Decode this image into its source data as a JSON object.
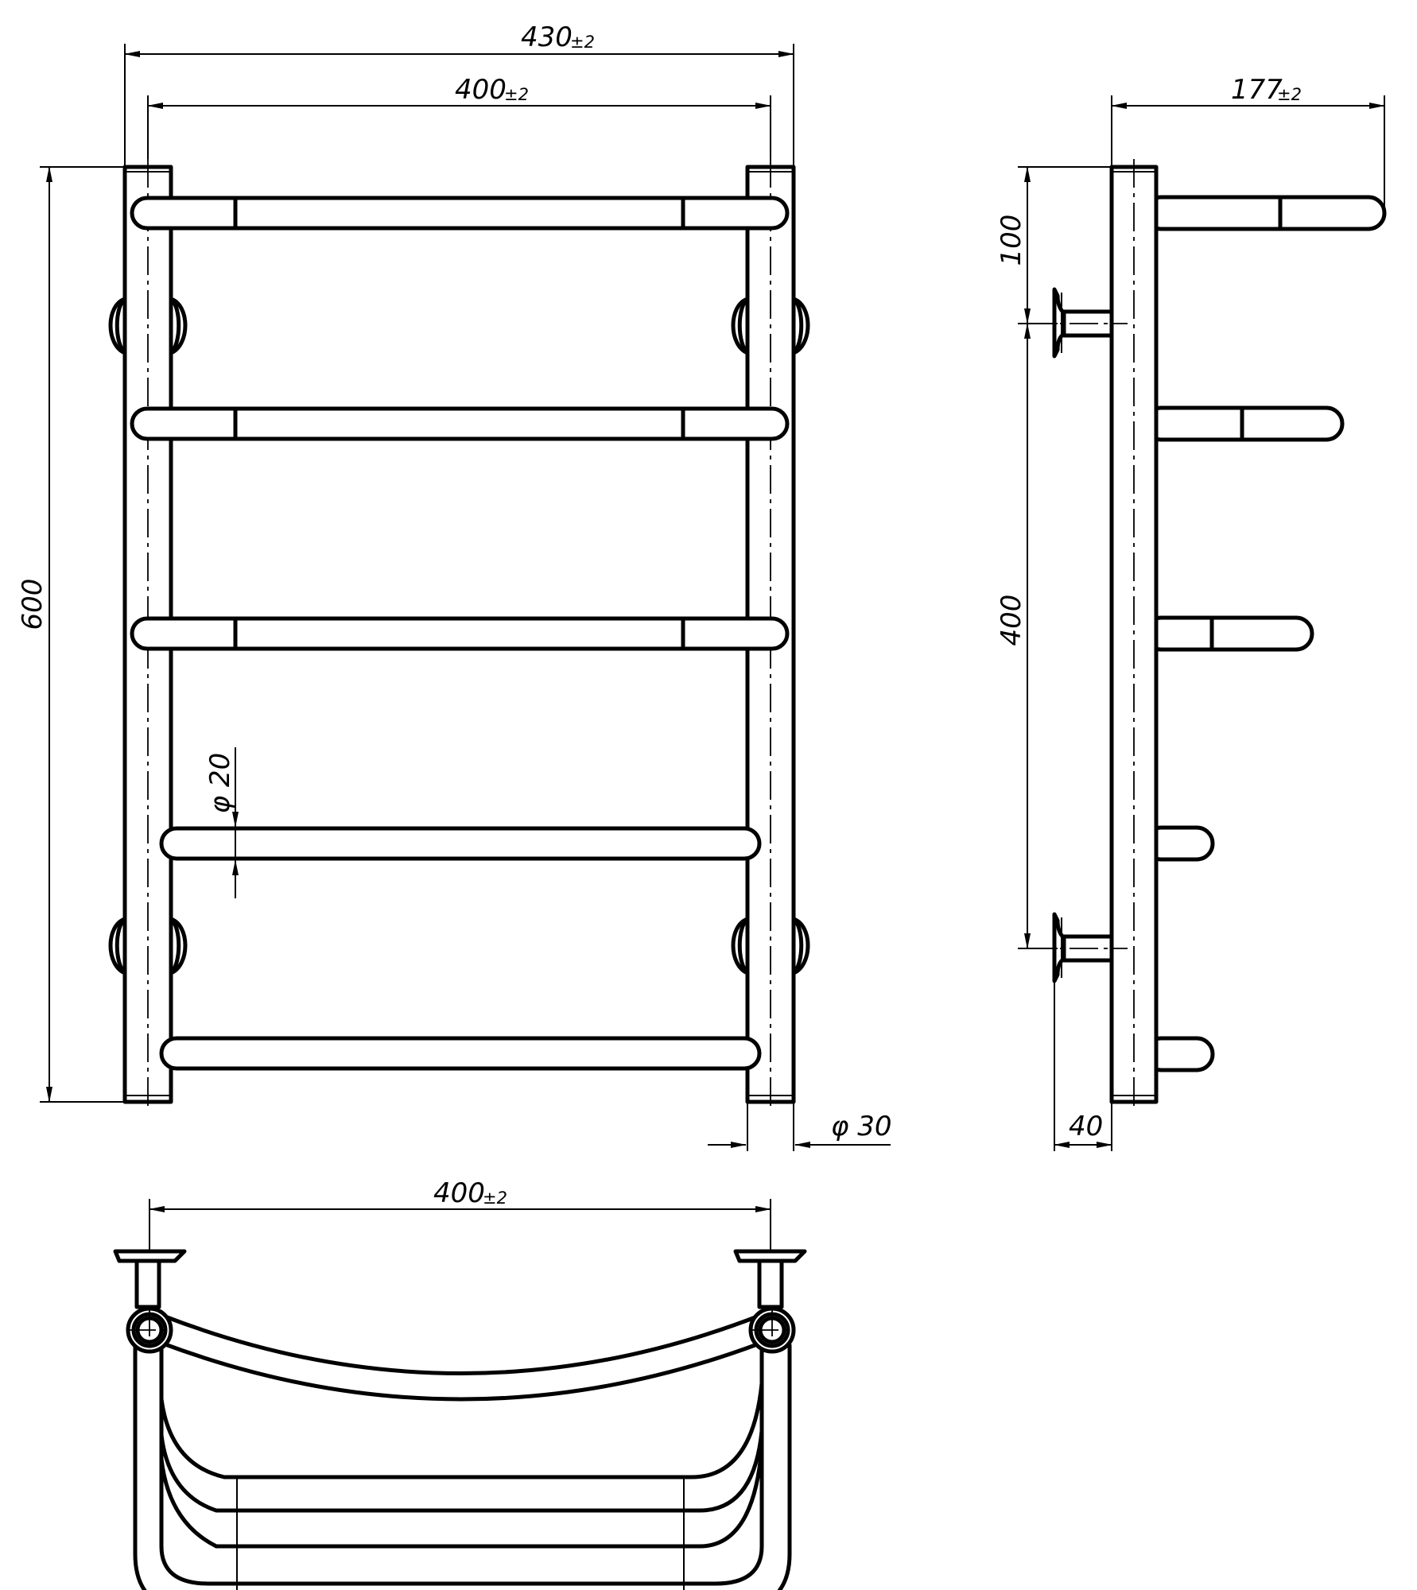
{
  "dimensions": {
    "front_total_width": {
      "value": "430",
      "tolerance": "±2"
    },
    "front_center_width": {
      "value": "400",
      "tolerance": "±2"
    },
    "height": {
      "value": "600"
    },
    "rail_diameter": {
      "value": "φ 20"
    },
    "post_diameter": {
      "value": "φ 30"
    },
    "side_depth": {
      "value": "177",
      "tolerance": "±2"
    },
    "side_top_offset": {
      "value": "100"
    },
    "side_mount_spacing": {
      "value": "400"
    },
    "side_wall_offset": {
      "value": "40"
    },
    "bottom_center_width": {
      "value": "400",
      "tolerance": "±2"
    }
  },
  "colors": {
    "line": "#000000",
    "background": "#ffffff"
  }
}
